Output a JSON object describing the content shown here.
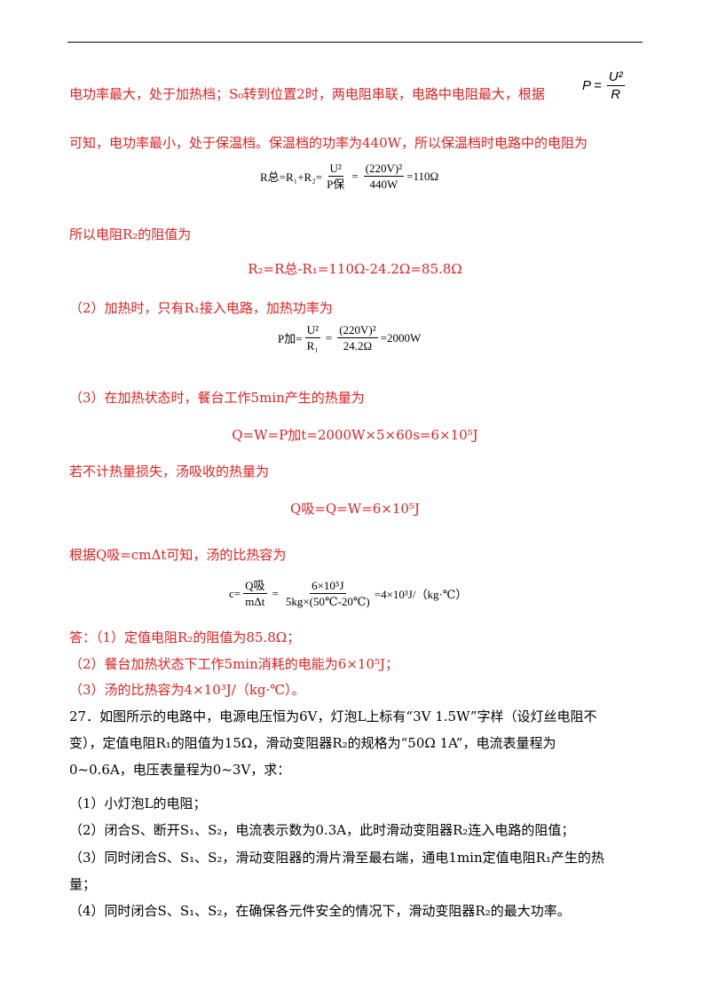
{
  "lines": {
    "l1": "电功率最大，处于加热档；S₀转到位置2时，两电阻串联，电路中电阻最大，根据",
    "l2": "可知，电功率最小，处于保温档。保温档的功率为440W，所以保温档时电路中的电阻为",
    "l3": "所以电阻R₂的阻值为",
    "l4": "R₂=R总-R₁=110Ω-24.2Ω=85.8Ω",
    "l5": "（2）加热时，只有R₁接入电路，加热功率为",
    "l6": "（3）在加热状态时，餐台工作5min产生的热量为",
    "l7": "Q=W=P加t=2000W×5×60s=6×10⁵J",
    "l8": "若不计热量损失，汤吸收的热量为",
    "l9": "Q吸=Q=W=6×10⁵J",
    "l10": "根据Q吸=cmΔt可知，汤的比热容为",
    "a1": "答：（1）定值电阻R₂的阻值为85.8Ω；",
    "a2": "（2）餐台加热状态下工作5min消耗的电能为6×10⁵J；",
    "a3": "（3）汤的比热容为4×10³J/（kg·℃）。",
    "q1": "27．如图所示的电路中，电源电压恒为6V，灯泡L上标有“3V  1.5W”字样（设灯丝电阻不",
    "q2": "变），定值电阻R₁的阻值为15Ω，滑动变阻器R₂的规格为“50Ω 1A”，电流表量程为",
    "q3": "0~0.6A，电压表量程为0~3V，求：",
    "q4": "（1）小灯泡L的电阻；",
    "q5": "（2）闭合S、断开S₁、S₂，电流表示数为0.3A，此时滑动变阻器R₂连入电路的阻值；",
    "q6": "（3）同时闭合S、S₁、S₂，滑动变阻器的滑片滑至最右端，通电1min定值电阻R₁产生的热",
    "q7": "量；",
    "q8": "（4）同时闭合S、S₁、S₂，在确保各元件安全的情况下，滑动变阻器R₂的最大功率。"
  },
  "formulas": {
    "p": {
      "lhs": "P",
      "eq": "=",
      "num": "U²",
      "den": "R"
    },
    "r_total": {
      "lhs": "R总=R₁+R₂=",
      "f1_num": "U²",
      "f1_den": "P保",
      "eq": "=",
      "f2_num": "(220V)²",
      "f2_den": "440W",
      "rhs": "=110Ω"
    },
    "p_heat": {
      "lhs": "P加=",
      "f1_num": "U²",
      "f1_den": "R₁",
      "eq": "=",
      "f2_num": "(220V)²",
      "f2_den": "24.2Ω",
      "rhs": "=2000W"
    },
    "c": {
      "lhs": "c=",
      "f1_num": "Q吸",
      "f1_den": "mΔt",
      "eq": "=",
      "f2_num": "6×10⁵J",
      "f2_den": "5kg×(50℃-20℃)",
      "rhs": "=4×10³J/（kg·℃）"
    }
  },
  "colors": {
    "answer": "#e02020",
    "text": "#000000"
  }
}
